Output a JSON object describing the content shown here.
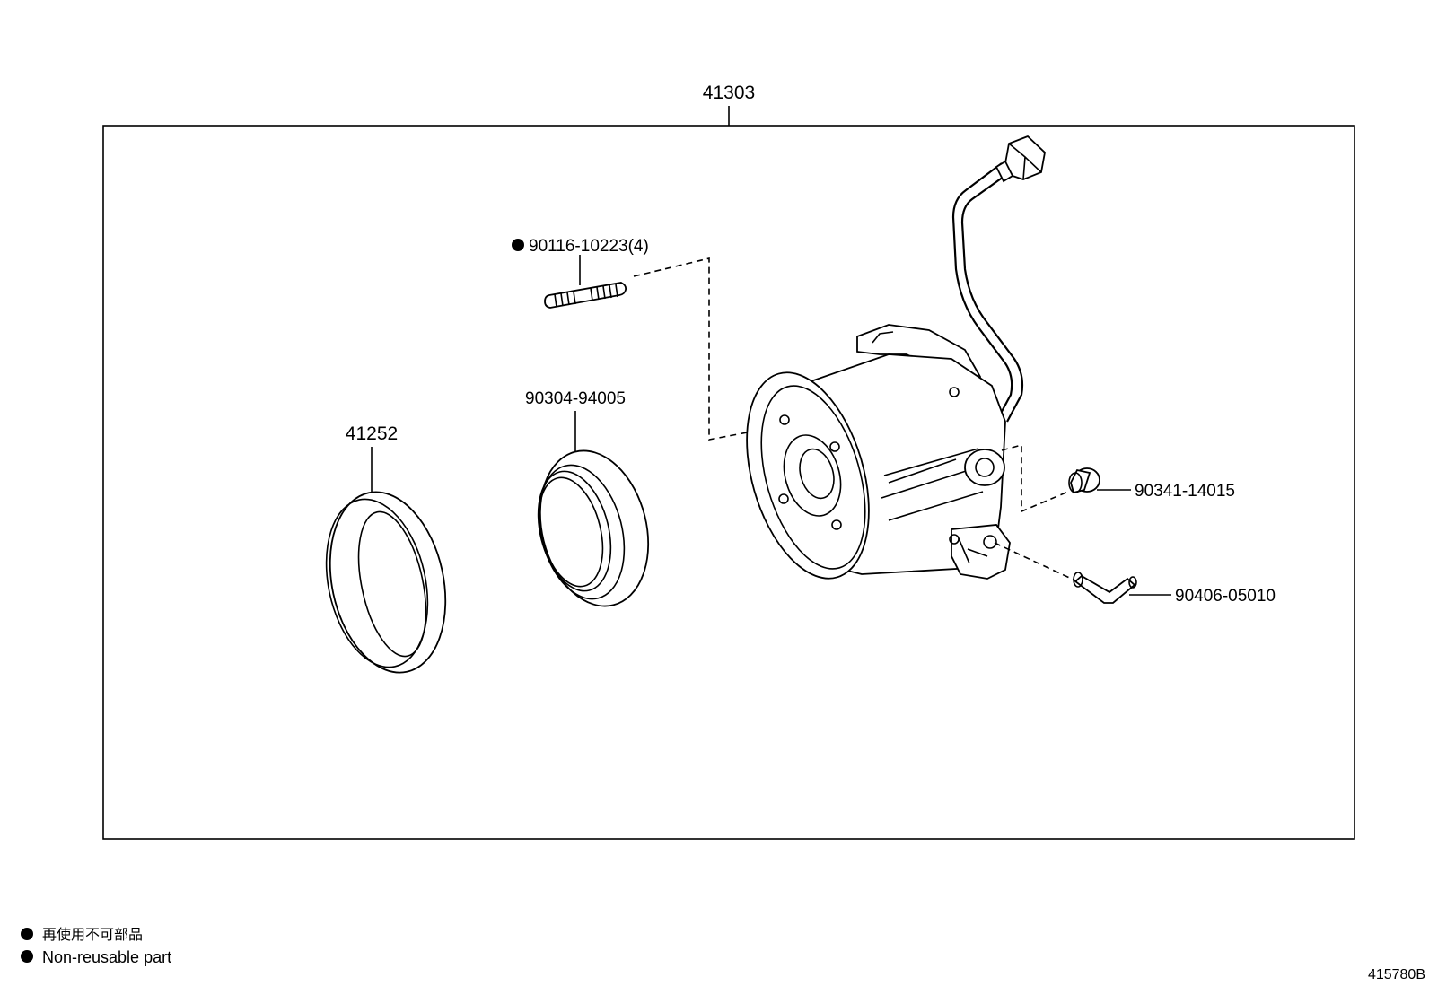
{
  "assembly": {
    "part_number": "41303"
  },
  "parts": [
    {
      "id": "stud-bolt",
      "part_number": "90116-10223",
      "qty": "(4)",
      "non_reusable": true
    },
    {
      "id": "oil-seal",
      "part_number": "90304-94005"
    },
    {
      "id": "ring-41252",
      "part_number": "41252"
    },
    {
      "id": "plug",
      "part_number": "90341-14015"
    },
    {
      "id": "elbow-tube",
      "part_number": "90406-05010"
    }
  ],
  "legend": {
    "marker": "●",
    "text_jp": "再使用不可部品",
    "text_en": "Non-reusable part"
  },
  "drawing_code": "415780B"
}
